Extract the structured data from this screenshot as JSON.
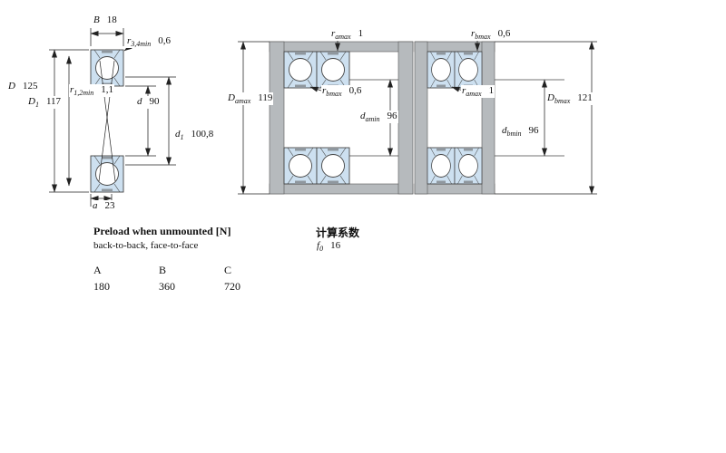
{
  "diagram_left": {
    "labels": {
      "B": {
        "sym": "B",
        "sub": "",
        "val": "18"
      },
      "r34": {
        "sym": "r",
        "sub": "3,4min",
        "val": "0,6"
      },
      "D": {
        "sym": "D",
        "sub": "",
        "val": "125"
      },
      "D1": {
        "sym": "D",
        "sub": "1",
        "val": "117"
      },
      "r12": {
        "sym": "r",
        "sub": "1,2min",
        "val": "1,1"
      },
      "d": {
        "sym": "d",
        "sub": "",
        "val": "90"
      },
      "d1": {
        "sym": "d",
        "sub": "1",
        "val": "100,8"
      },
      "a": {
        "sym": "a",
        "sub": "",
        "val": "23"
      }
    }
  },
  "diagram_middle": {
    "labels": {
      "ra_top": {
        "sym": "r",
        "sub": "amax",
        "val": "1"
      },
      "Da": {
        "sym": "D",
        "sub": "amax",
        "val": "119"
      },
      "rb": {
        "sym": "r",
        "sub": "bmax",
        "val": "0,6"
      },
      "da": {
        "sym": "d",
        "sub": "amin",
        "val": "96"
      }
    }
  },
  "diagram_right": {
    "labels": {
      "rb_top": {
        "sym": "r",
        "sub": "bmax",
        "val": "0,6"
      },
      "ra": {
        "sym": "r",
        "sub": "amax",
        "val": "1"
      },
      "Db": {
        "sym": "D",
        "sub": "bmax",
        "val": "121"
      },
      "db": {
        "sym": "d",
        "sub": "bmin",
        "val": "96"
      }
    }
  },
  "preload": {
    "title": "Preload when unmounted [N]",
    "subtitle": "back-to-back, face-to-face",
    "columns": [
      "A",
      "B",
      "C"
    ],
    "values": [
      "180",
      "360",
      "720"
    ]
  },
  "calc": {
    "title": "计算系数",
    "f0": {
      "sym": "f",
      "sub": "0",
      "val": "16"
    }
  },
  "colors": {
    "bearing_fill": "#cde0f0",
    "steel_gray": "#b6babd",
    "line": "#222222"
  }
}
